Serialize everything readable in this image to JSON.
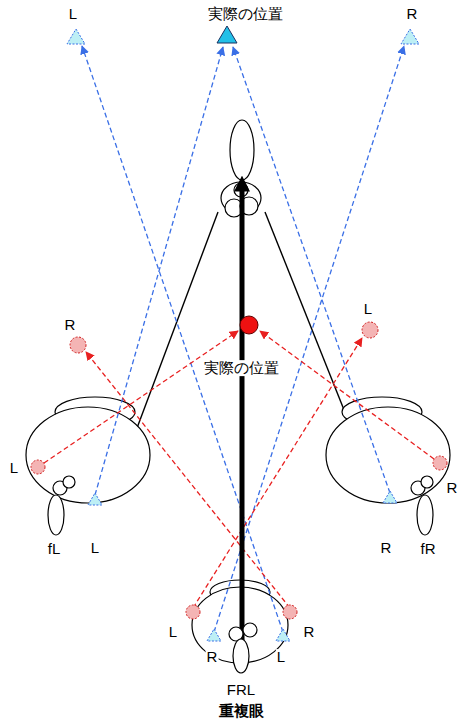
{
  "diagram": {
    "labels": [
      "L",
      "実際の位置",
      "R",
      "L",
      "R",
      "実際の位置",
      "L",
      "fL",
      "L",
      "R",
      "R",
      "fR",
      "L",
      "R",
      "L",
      "R",
      "FRL",
      "重複眼"
    ]
  }
}
